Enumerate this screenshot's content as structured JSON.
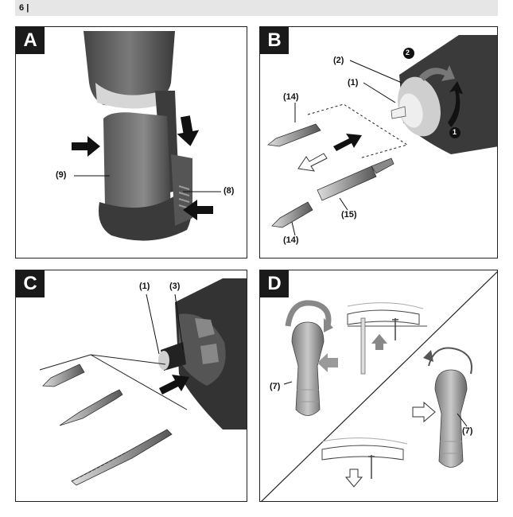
{
  "page": {
    "number": "6",
    "separator": "|"
  },
  "panels": {
    "A": {
      "letter": "A",
      "labels": {
        "battery": "(9)",
        "release_button": "(8)"
      }
    },
    "B": {
      "letter": "B",
      "labels": {
        "ring": "(2)",
        "chuck": "(1)",
        "bit_top": "(14)",
        "bit_bottom": "(14)",
        "holder": "(15)"
      },
      "steps": {
        "step1": "1",
        "step2": "2"
      }
    },
    "C": {
      "letter": "C",
      "labels": {
        "chuck": "(1)",
        "collar": "(3)"
      }
    },
    "D": {
      "letter": "D",
      "labels": {
        "switch_left": "(7)",
        "switch_right": "(7)"
      }
    }
  }
}
